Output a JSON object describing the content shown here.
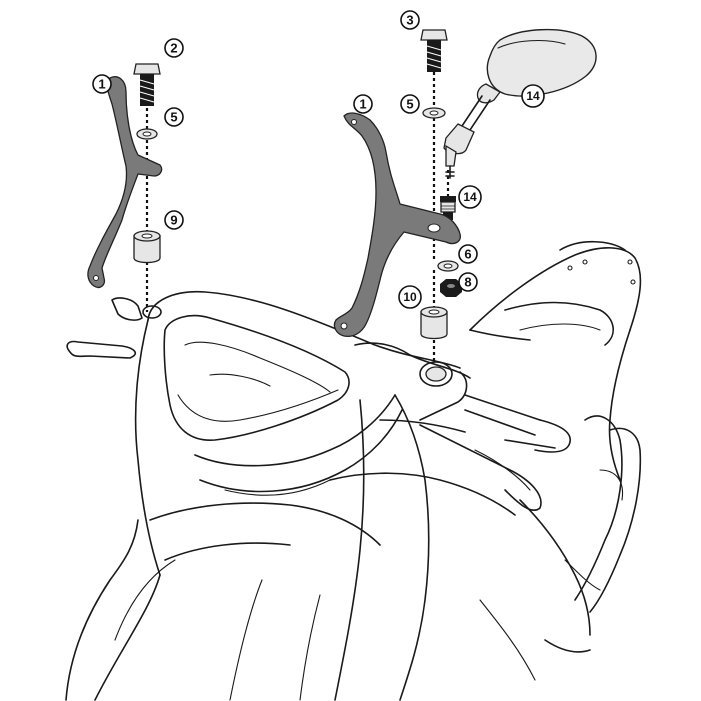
{
  "callouts": [
    {
      "id": "c1a",
      "label": "1"
    },
    {
      "id": "c1b",
      "label": "1"
    },
    {
      "id": "c2",
      "label": "2"
    },
    {
      "id": "c3",
      "label": "3"
    },
    {
      "id": "c5a",
      "label": "5"
    },
    {
      "id": "c5b",
      "label": "5"
    },
    {
      "id": "c6",
      "label": "6"
    },
    {
      "id": "c8",
      "label": "8"
    },
    {
      "id": "c9",
      "label": "9"
    },
    {
      "id": "c10",
      "label": "10"
    },
    {
      "id": "c14a",
      "label": "14"
    },
    {
      "id": "c14b",
      "label": "14"
    }
  ]
}
